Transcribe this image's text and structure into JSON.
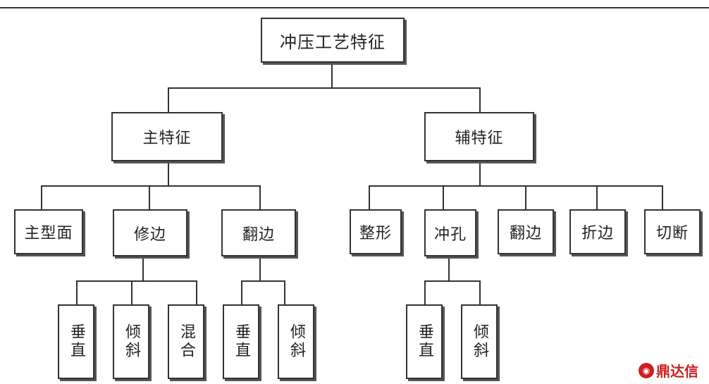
{
  "root": "冲压工艺特征",
  "main": {
    "label": "主特征",
    "children": [
      "主型面",
      "修边",
      "翻边"
    ],
    "trim_children": [
      "垂直",
      "倾斜",
      "混合"
    ],
    "flange_children": [
      "垂直",
      "倾斜"
    ]
  },
  "aux": {
    "label": "辅特征",
    "children": [
      "整形",
      "冲孔",
      "翻边",
      "折边",
      "切断"
    ],
    "pierce_children": [
      "垂直",
      "倾斜"
    ]
  },
  "watermark": "鼎达信"
}
